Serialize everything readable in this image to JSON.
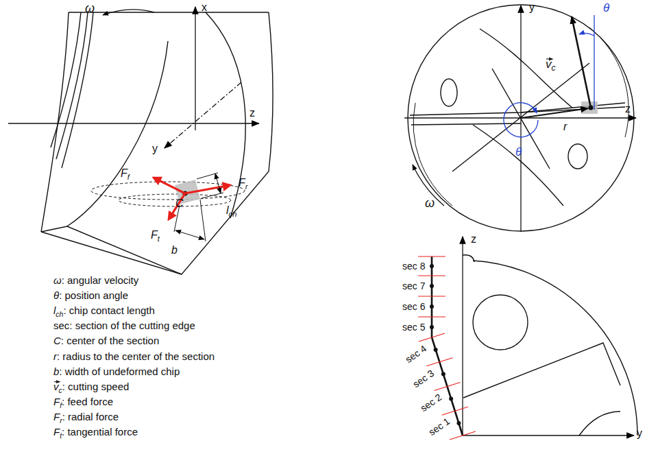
{
  "diagram": {
    "labels": [
      "ω",
      "x",
      "z",
      "y",
      "F",
      "f",
      "F",
      "r",
      "l",
      "ch",
      "C",
      "F",
      "t",
      "b",
      "ω",
      ": angular velocity",
      "θ",
      ": position angle",
      "l",
      "ch",
      ": chip contact length",
      "sec: section of the cutting edge",
      "C",
      ": center of the section",
      "r",
      ": radius to the center of the section",
      "b",
      ": width of undeformed chip",
      "v",
      "c",
      ": cutting speed",
      "F",
      "f",
      ": feed force",
      "F",
      "r",
      ": radial force",
      "F",
      "t",
      ": tangential force",
      "y",
      "θ",
      "v",
      "c",
      "r",
      "z",
      "θ",
      "ω",
      "z",
      "sec 8",
      "sec 7",
      "sec 6",
      "sec 5",
      "sec 4",
      "sec 3",
      "sec 2",
      "sec 1",
      "y"
    ]
  }
}
